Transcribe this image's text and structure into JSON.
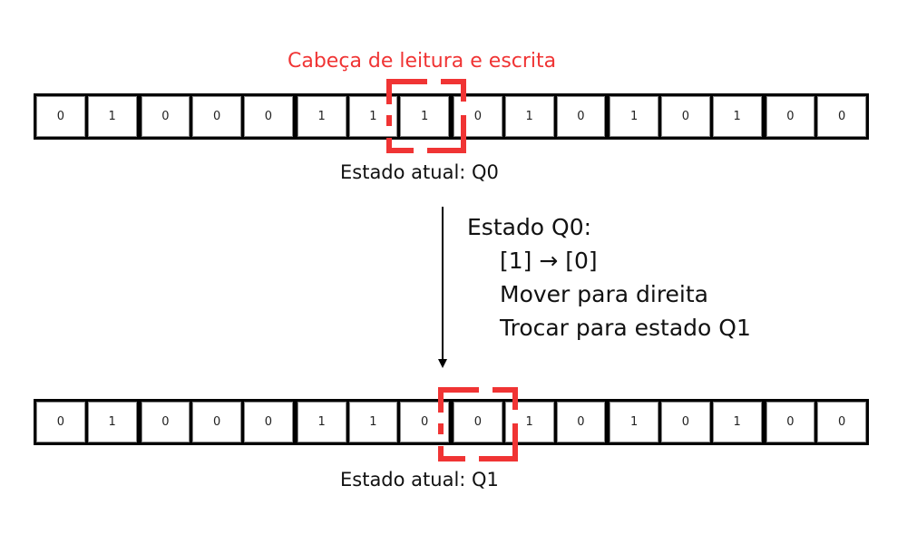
{
  "head_label": "Cabeça de leitura e escrita",
  "colors": {
    "head": "#f03434",
    "cell_border": "#000000",
    "text": "#111111",
    "background": "#ffffff"
  },
  "tape_before": {
    "cells": [
      "0",
      "1",
      "0",
      "0",
      "0",
      "1",
      "1",
      "1",
      "0",
      "1",
      "0",
      "1",
      "0",
      "1",
      "0",
      "0"
    ],
    "head_index": 7,
    "state_label": "Estado atual: Q0"
  },
  "transition": {
    "title": "Estado Q0:",
    "lines": [
      "[1] → [0]",
      "Mover para direita",
      "Trocar para estado Q1"
    ],
    "arrow_icon": "down-arrow-icon"
  },
  "tape_after": {
    "cells": [
      "0",
      "1",
      "0",
      "0",
      "0",
      "1",
      "1",
      "0",
      "0",
      "1",
      "0",
      "1",
      "0",
      "1",
      "0",
      "0"
    ],
    "head_index": 8,
    "state_label": "Estado atual: Q1"
  }
}
